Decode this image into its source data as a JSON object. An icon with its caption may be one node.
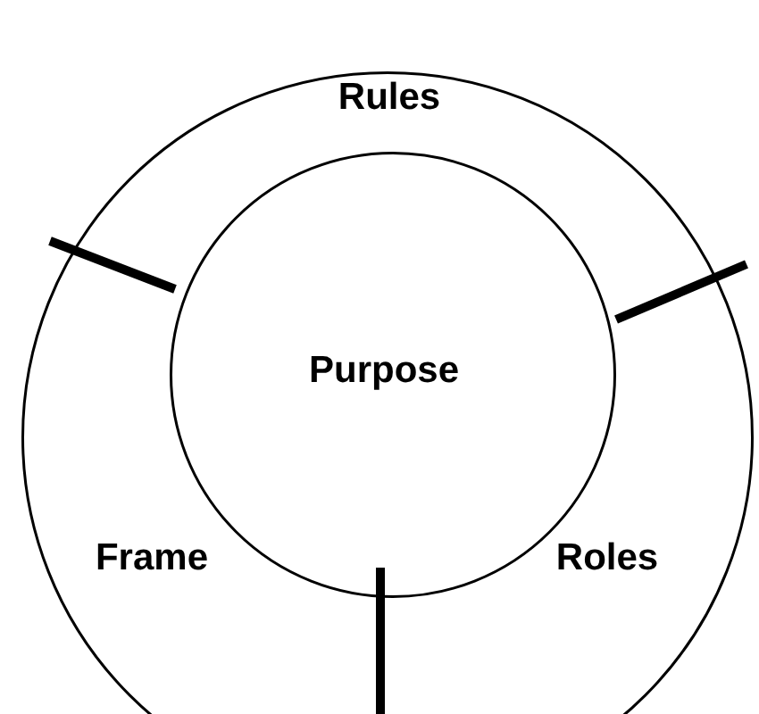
{
  "diagram": {
    "nodes": [
      {
        "text": [
          "Rules",
          "Frame",
          "Roles"
        ]
      },
      {
        "text": [
          "Purpose"
        ],
        "in": 0
      }
    ]
  }
}
